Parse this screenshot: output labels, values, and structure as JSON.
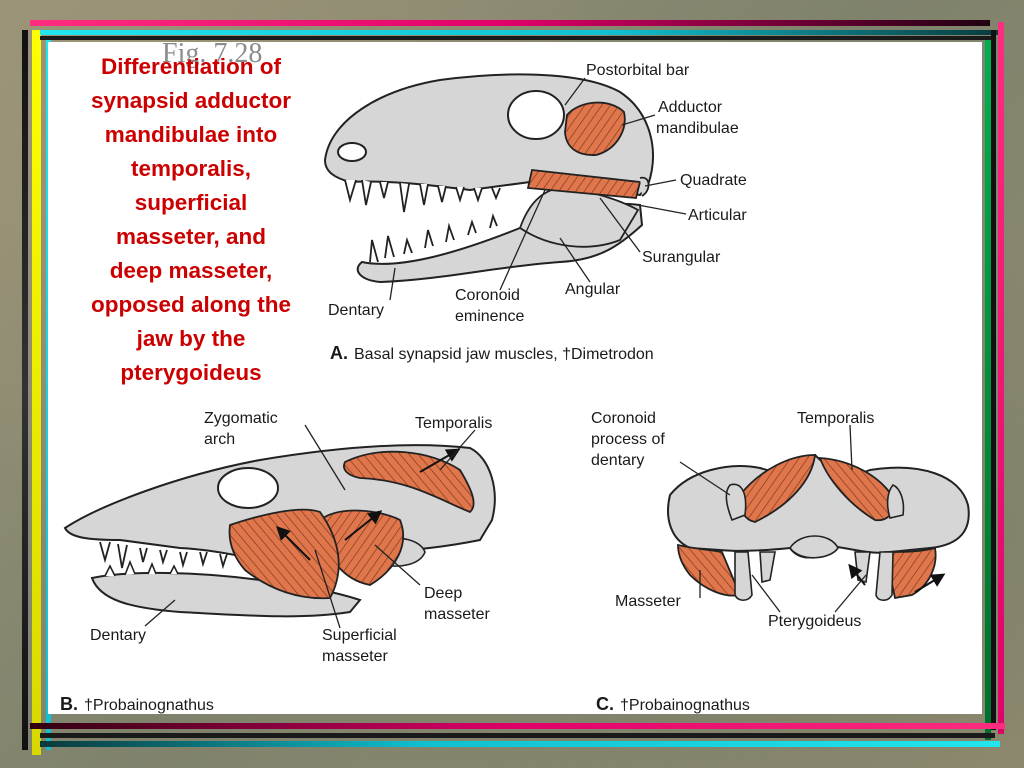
{
  "title": "Differentiation of synapsid adductor mandibulae into temporalis, superficial masseter, and deep masseter, opposed along the jaw by the pterygoideus",
  "title_lines": "Differentiation of\nsynapsid adductor\nmandibulae into\ntemporalis,\nsuperficial\nmasseter, and\ndeep masseter,\nopposed along the\njaw by the\npterygoideus",
  "figure_number": "Fig. 7.28",
  "colors": {
    "muscle": "#e0764c",
    "bone": "#d4d4d4",
    "title": "#cc0000"
  },
  "panel_a": {
    "caption_letter": "A.",
    "caption_text": "Basal synapsid jaw muscles, †Dimetrodon",
    "labels": {
      "postorbital_bar": "Postorbital bar",
      "adductor_1": "Adductor",
      "adductor_2": "mandibulae",
      "quadrate": "Quadrate",
      "articular": "Articular",
      "surangular": "Surangular",
      "angular": "Angular",
      "coronoid_1": "Coronoid",
      "coronoid_2": "eminence",
      "dentary": "Dentary"
    }
  },
  "panel_b": {
    "caption_letter": "B.",
    "caption_text": "†Probainognathus",
    "labels": {
      "zygomatic_1": "Zygomatic",
      "zygomatic_2": "arch",
      "temporalis": "Temporalis",
      "deep_1": "Deep",
      "deep_2": "masseter",
      "superficial_1": "Superficial",
      "superficial_2": "masseter",
      "dentary": "Dentary"
    }
  },
  "panel_c": {
    "caption_letter": "C.",
    "caption_text": "†Probainognathus",
    "labels": {
      "coronoid_1": "Coronoid",
      "coronoid_2": "process of",
      "coronoid_3": "dentary",
      "temporalis": "Temporalis",
      "masseter": "Masseter",
      "pterygoideus": "Pterygoideus"
    }
  }
}
